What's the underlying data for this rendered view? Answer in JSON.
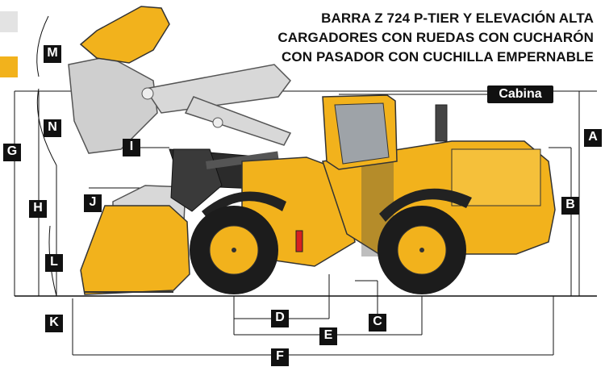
{
  "title_lines": [
    "BARRA Z 724 P-TIER Y ELEVACIÓN ALTA",
    "CARGADORES CON RUEDAS CON CUCHARÓN",
    "CON PASADOR CON CUCHILLA EMPERNABLE"
  ],
  "cab_label": "Cabina",
  "dimension_labels": [
    "M",
    "N",
    "G",
    "I",
    "H",
    "J",
    "L",
    "K",
    "D",
    "E",
    "C",
    "F",
    "A",
    "B"
  ],
  "colors": {
    "machine_yellow": "#f2b21c",
    "machine_dark": "#222222",
    "ghost_grey": "#c9c9c9",
    "label_bg": "#111111",
    "label_text": "#ffffff"
  },
  "icons": [
    "wheel-loader-illustration"
  ]
}
